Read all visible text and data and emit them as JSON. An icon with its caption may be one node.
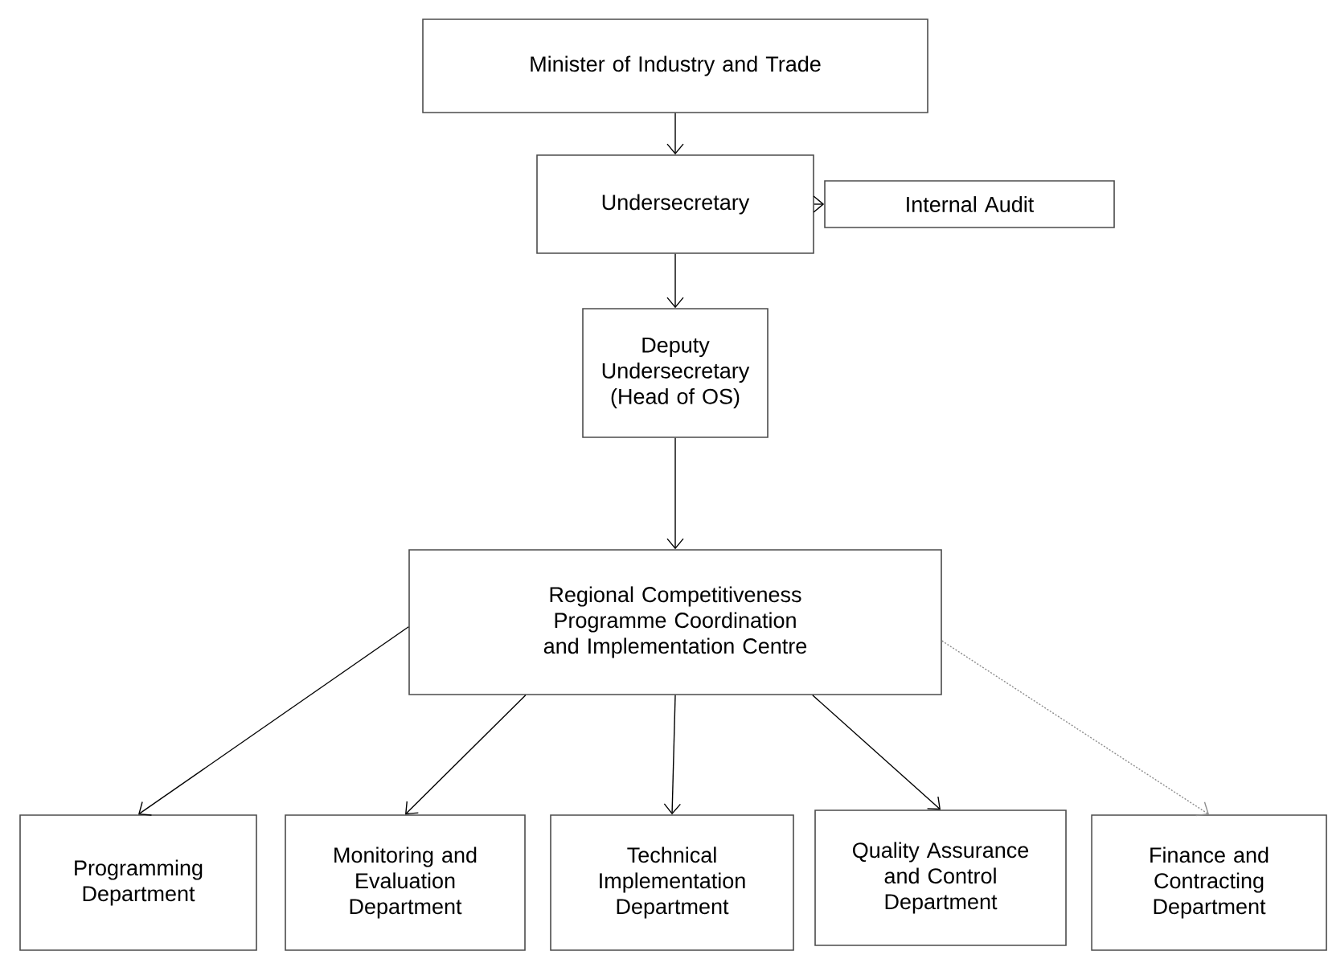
{
  "diagram": {
    "nodes": [
      {
        "text": [
          "Minister of Industry and Trade"
        ]
      },
      {
        "text": [
          "Undersecretary"
        ]
      },
      {
        "text": [
          "Internal Audit"
        ]
      },
      {
        "text": [
          "Deputy Undersecretary (Head of OS)"
        ]
      },
      {
        "text": [
          "Regional Competitiveness Programme Coordination and Implementation Centre"
        ]
      },
      {
        "text": [
          "Programming Department"
        ]
      },
      {
        "text": [
          "Monitoring and Evaluation Department"
        ]
      },
      {
        "text": [
          "Technical Implementation Department"
        ]
      },
      {
        "text": [
          "Quality Assurance and Control Department"
        ]
      },
      {
        "text": [
          "Finance and Contracting Department"
        ]
      }
    ],
    "edges": [
      {
        "from": 0,
        "to": 1,
        "arrow": "to"
      },
      {
        "from": 1,
        "to": 2,
        "arrow": "to"
      },
      {
        "from": 1,
        "to": 3,
        "arrow": "to"
      },
      {
        "from": 3,
        "to": 4,
        "arrow": "to"
      },
      {
        "from": 4,
        "to": 5,
        "arrow": "to"
      },
      {
        "from": 4,
        "to": 6,
        "arrow": "to"
      },
      {
        "from": 4,
        "to": 7,
        "arrow": "to"
      },
      {
        "from": 4,
        "to": 8,
        "arrow": "to"
      },
      {
        "from": 4,
        "to": 9,
        "arrow": "to",
        "style": "dashed",
        "color": "#8c8c8c"
      }
    ]
  }
}
